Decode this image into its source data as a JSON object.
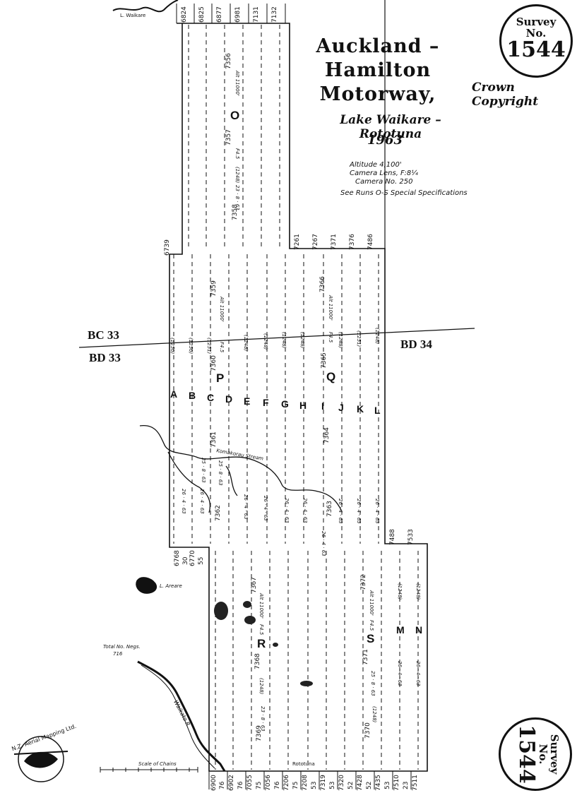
{
  "title": {
    "line1": "Auckland –",
    "line2": "Hamilton",
    "line3": "Motorway,"
  },
  "subtitle": "Lake Waikare – Rototuna",
  "year": "1963",
  "specs": {
    "altitude": "Altitude 4,100'",
    "lens": "Camera Lens, F:8¼",
    "camera": "Camera No. 250",
    "note": "See Runs O-S Special Specifications"
  },
  "copyright": "Crown Copyright",
  "badge_top": {
    "word1": "Survey",
    "word2": "No.",
    "number": "1544"
  },
  "badge_bottom": {
    "word1": "Survey",
    "word2": "No.",
    "number": "1544"
  },
  "sheet_labels": {
    "bc33": "BC 33",
    "bd33": "BD 33",
    "bd34": "BD 34"
  },
  "place_labels": {
    "lake_waikare": "L. Waikare",
    "lake_areare": "L. Areare",
    "stream": "Komakorau Stream",
    "river": "Waikato R.",
    "rototuna": "Rototuna"
  },
  "total_negs": {
    "label": "Total No. Negs.",
    "value": "716"
  },
  "scale_label": "Scale of Chains",
  "logo_text": "N.Z. Aerial Mapping Ltd.",
  "run_letters": [
    "A",
    "B",
    "C",
    "D",
    "E",
    "F",
    "G",
    "H",
    "I",
    "J",
    "K",
    "L"
  ],
  "major_runs": {
    "o": "O",
    "p": "P",
    "q": "Q",
    "r": "R",
    "s": "S",
    "m": "M",
    "n": "N"
  },
  "top_numbers": [
    "6824",
    "6825",
    "6877",
    "6981",
    "7131",
    "7132"
  ],
  "mid_numbers": [
    "6739",
    "7261",
    "7267",
    "7371",
    "7376",
    "7486"
  ],
  "bottom_left_numbers": [
    "6768",
    "30",
    "6770",
    "55"
  ],
  "bottom_numbers": [
    "6900",
    "76",
    "6902",
    "76",
    "7055",
    "75",
    "7056",
    "76",
    "7206",
    "75",
    "7208",
    "53",
    "7319",
    "53",
    "7320",
    "52",
    "7428",
    "52",
    "7435",
    "53",
    "7510",
    "23",
    "7511"
  ],
  "right_numbers": [
    "7488",
    "7533"
  ],
  "photo_numbers": {
    "o1": "7356",
    "o3": "7358",
    "o2": "7357",
    "p1": "7359",
    "p2": "7360",
    "p3": "7361",
    "p4": "7362",
    "q1": "7366",
    "q2": "7365",
    "q3": "7364",
    "q4": "7363",
    "r1": "7367",
    "r2": "7368",
    "r3": "7369",
    "s1": "7372",
    "s2": "7371",
    "s3": "7370"
  },
  "annotations": {
    "alt11000": "Alt 11000'",
    "f45": "F4.5",
    "date1": "26 · 4 · 63",
    "date2": "25 · 8 · 63",
    "date3": "23 · 8 · 63",
    "cam": "(1248)",
    "cam2": "(1250)",
    "cam3": "(1251)"
  },
  "colors": {
    "ink": "#111111",
    "paper": "#ffffff"
  }
}
